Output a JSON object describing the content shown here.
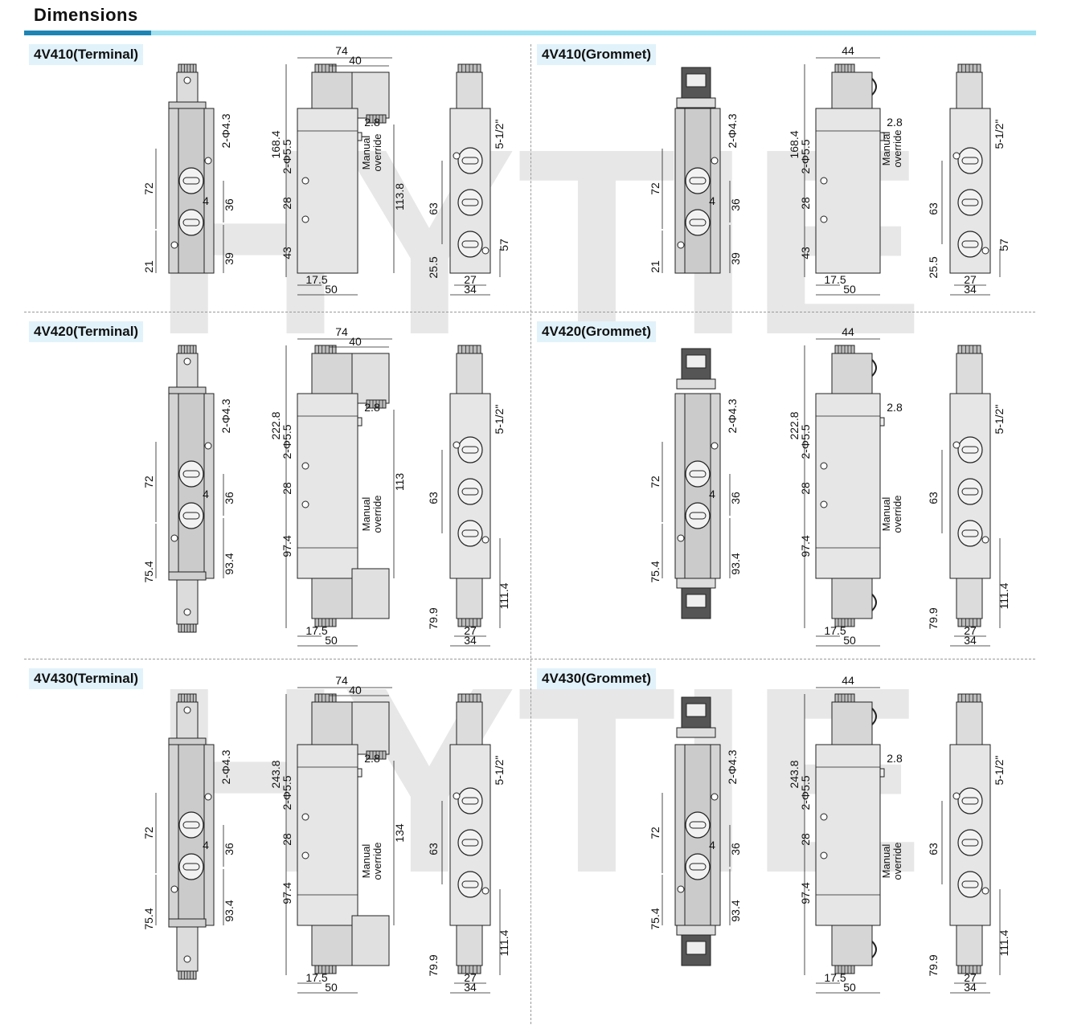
{
  "header": {
    "title": "Dimensions"
  },
  "watermark": {
    "text": "HYTIE"
  },
  "labels": {
    "manual_override_1": "Manual",
    "manual_override_2": "override"
  },
  "panels": [
    {
      "id": "terminal-410",
      "title": "4V410(Terminal)",
      "dims": {
        "width_a": "74",
        "width_b": "40",
        "height_total": "168.4",
        "hole_pitch": "28",
        "hole_dia": "2-Φ5.5",
        "bottom_hole": "43",
        "override_h": "113.8",
        "gap": "2.8",
        "solenoid_h": "72",
        "port_pitch": "36",
        "port_w": "4",
        "mount_dia": "2-Φ4.3",
        "bottom_a": "21",
        "bottom_b": "39",
        "base_a": "17.5",
        "base_b": "50",
        "end_port": "5-1/2\"",
        "end_h": "63",
        "end_bottom": "25.5",
        "end_h2": "57",
        "end_w1": "27",
        "end_w2": "34"
      }
    },
    {
      "id": "grommet-410",
      "title": "4V410(Grommet)",
      "dims": {
        "width_a": "44",
        "height_total": "168.4",
        "hole_pitch": "28",
        "hole_dia": "2-Φ5.5",
        "bottom_hole": "43",
        "gap": "2.8",
        "solenoid_h": "72",
        "port_pitch": "36",
        "port_w": "4",
        "mount_dia": "2-Φ4.3",
        "bottom_a": "21",
        "bottom_b": "39",
        "base_a": "17.5",
        "base_b": "50",
        "end_port": "5-1/2\"",
        "end_h": "63",
        "end_bottom": "25.5",
        "end_h2": "57",
        "end_w1": "27",
        "end_w2": "34"
      }
    },
    {
      "id": "terminal-420",
      "title": "4V420(Terminal)",
      "dims": {
        "width_a": "74",
        "width_b": "40",
        "height_total": "222.8",
        "hole_pitch": "28",
        "hole_dia": "2-Φ5.5",
        "bottom_hole": "97.4",
        "override_h": "113",
        "gap": "2.8",
        "solenoid_h": "72",
        "port_pitch": "36",
        "port_w": "4",
        "mount_dia": "2-Φ4.3",
        "bottom_a": "75.4",
        "bottom_b": "93.4",
        "base_a": "17.5",
        "base_b": "50",
        "end_port": "5-1/2\"",
        "end_h": "63",
        "end_bottom": "79.9",
        "end_h2": "111.4",
        "end_w1": "27",
        "end_w2": "34"
      }
    },
    {
      "id": "grommet-420",
      "title": "4V420(Grommet)",
      "dims": {
        "width_a": "44",
        "height_total": "222.8",
        "hole_pitch": "28",
        "hole_dia": "2-Φ5.5",
        "bottom_hole": "97.4",
        "gap": "2.8",
        "solenoid_h": "72",
        "port_pitch": "36",
        "port_w": "4",
        "mount_dia": "2-Φ4.3",
        "bottom_a": "75.4",
        "bottom_b": "93.4",
        "base_a": "17.5",
        "base_b": "50",
        "end_port": "5-1/2\"",
        "end_h": "63",
        "end_bottom": "79.9",
        "end_h2": "111.4",
        "end_w1": "27",
        "end_w2": "34"
      }
    },
    {
      "id": "terminal-430",
      "title": "4V430(Terminal)",
      "dims": {
        "width_a": "74",
        "width_b": "40",
        "height_total": "243.8",
        "hole_pitch": "28",
        "hole_dia": "2-Φ5.5",
        "bottom_hole": "97.4",
        "override_h": "134",
        "gap": "2.8",
        "solenoid_h": "72",
        "port_pitch": "36",
        "port_w": "4",
        "mount_dia": "2-Φ4.3",
        "bottom_a": "75.4",
        "bottom_b": "93.4",
        "base_a": "17.5",
        "base_b": "50",
        "end_port": "5-1/2\"",
        "end_h": "63",
        "end_bottom": "79.9",
        "end_h2": "111.4",
        "end_w1": "27",
        "end_w2": "34"
      }
    },
    {
      "id": "grommet-430",
      "title": "4V430(Grommet)",
      "dims": {
        "width_a": "44",
        "height_total": "243.8",
        "hole_pitch": "28",
        "hole_dia": "2-Φ5.5",
        "bottom_hole": "97.4",
        "gap": "2.8",
        "solenoid_h": "72",
        "port_pitch": "36",
        "port_w": "4",
        "mount_dia": "2-Φ4.3",
        "bottom_a": "75.4",
        "bottom_b": "93.4",
        "base_a": "17.5",
        "base_b": "50",
        "end_port": "5-1/2\"",
        "end_h": "63",
        "end_bottom": "79.9",
        "end_h2": "111.4",
        "end_w1": "27",
        "end_w2": "34"
      }
    }
  ]
}
